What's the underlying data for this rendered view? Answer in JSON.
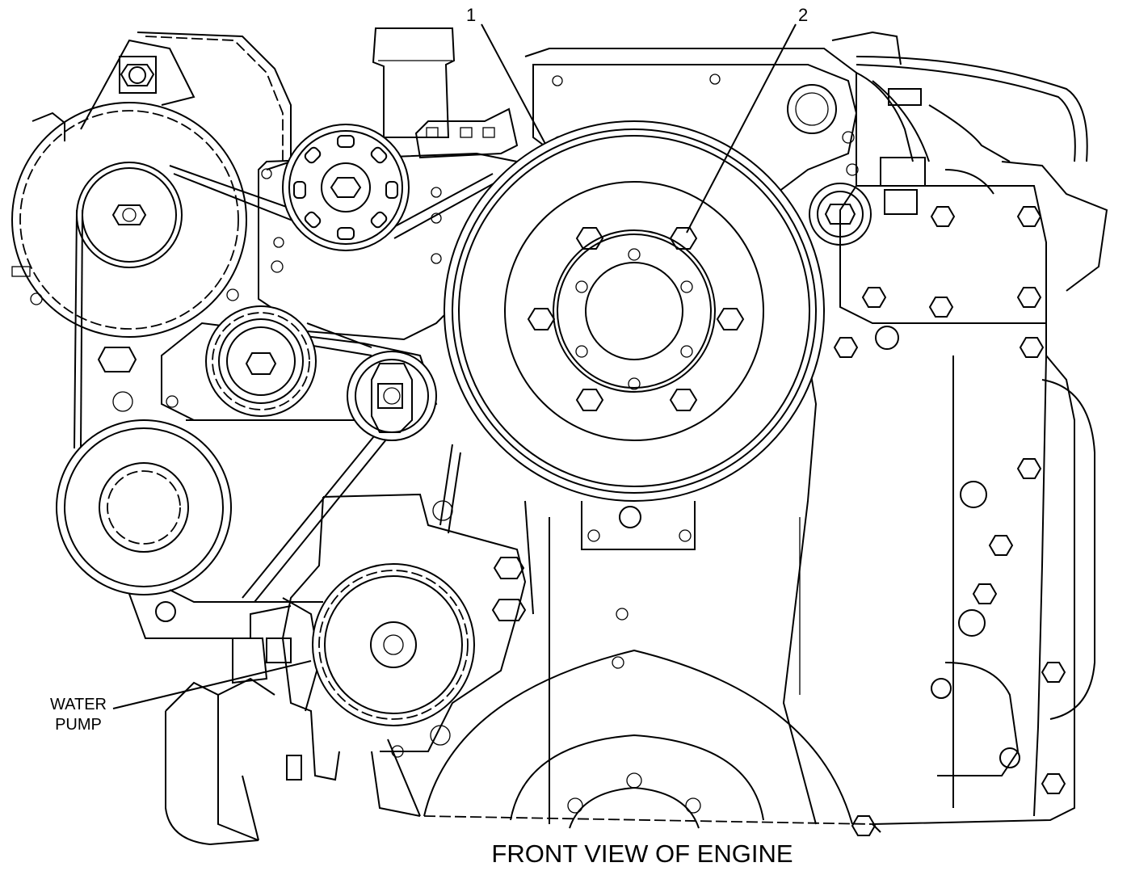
{
  "callouts": {
    "one": "1",
    "two": "2"
  },
  "labels": {
    "water_pump_line1": "WATER",
    "water_pump_line2": "PUMP"
  },
  "caption": "FRONT VIEW OF ENGINE"
}
